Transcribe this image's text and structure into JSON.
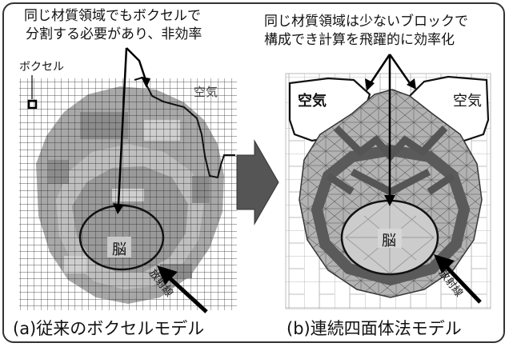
{
  "left_panel": {
    "note_line1": "同じ材質領域でもボクセルで",
    "note_line2": "分割する必要があり、非効率",
    "voxel_label": "ボクセル",
    "air_label": "空気",
    "brain_label": "脳",
    "radiation_label": "放射線",
    "caption": "(a)従来のボクセルモデル"
  },
  "right_panel": {
    "note_line1": "同じ材質領域は少ないブロックで",
    "note_line2": "構成でき計算を飛躍的に効率化",
    "air_label_left": "空気",
    "air_label_right": "空気",
    "brain_label": "脳",
    "radiation_label": "放射線",
    "caption": "(b)連続四面体法モデル"
  },
  "colors": {
    "grid_line": "#222222",
    "tissue_gray": "#a6a6a6",
    "tissue_dark": "#7a7a7a",
    "tissue_light": "#cfcfcf",
    "arrow_gray": "#555555"
  }
}
